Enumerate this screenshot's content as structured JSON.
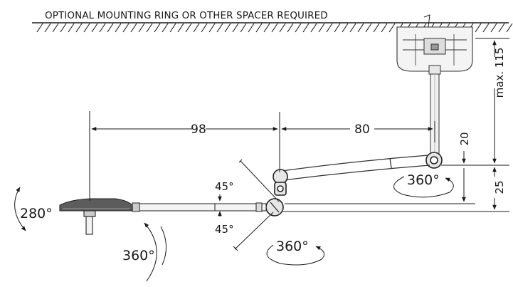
{
  "note": "OPTIONAL MOUNTING RING OR OTHER SPACER REQUIRED",
  "dimensions": {
    "arm_length_1": "98",
    "arm_length_2": "80",
    "max_height": "max. 115",
    "offset_20": "20",
    "offset_25": "25"
  },
  "angles": {
    "tilt_up": "45°",
    "tilt_down": "45°"
  },
  "rotations": {
    "head_tilt": "280°",
    "head_rotation": "360°",
    "joint_rotation": "360°",
    "mount_rotation": "360°"
  }
}
